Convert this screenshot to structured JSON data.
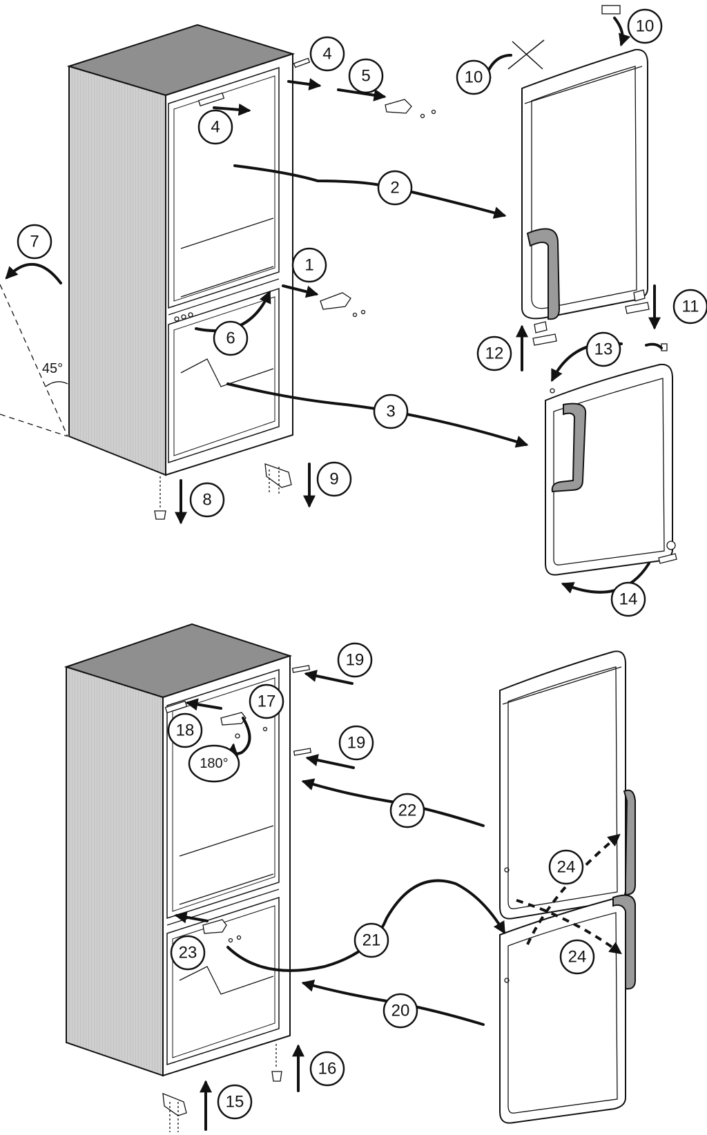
{
  "labels": {
    "s1": "1",
    "s2": "2",
    "s3": "3",
    "s4a": "4",
    "s4b": "4",
    "s5": "5",
    "s6": "6",
    "s7": "7",
    "s8": "8",
    "s9": "9",
    "s10a": "10",
    "s10b": "10",
    "s11": "11",
    "s12": "12",
    "s13": "13",
    "s14": "14",
    "s15": "15",
    "s16": "16",
    "s17": "17",
    "s18": "18",
    "s19a": "19",
    "s19b": "19",
    "s20": "20",
    "s21": "21",
    "s22": "22",
    "s23": "23",
    "s24a": "24",
    "s24b": "24"
  },
  "angles": {
    "tilt": "45°",
    "rotate": "180°"
  },
  "colors": {
    "line": "#111111",
    "shade": "#c8c8c8",
    "shade_dark": "#8a8a8a",
    "panel": "#ffffff"
  }
}
